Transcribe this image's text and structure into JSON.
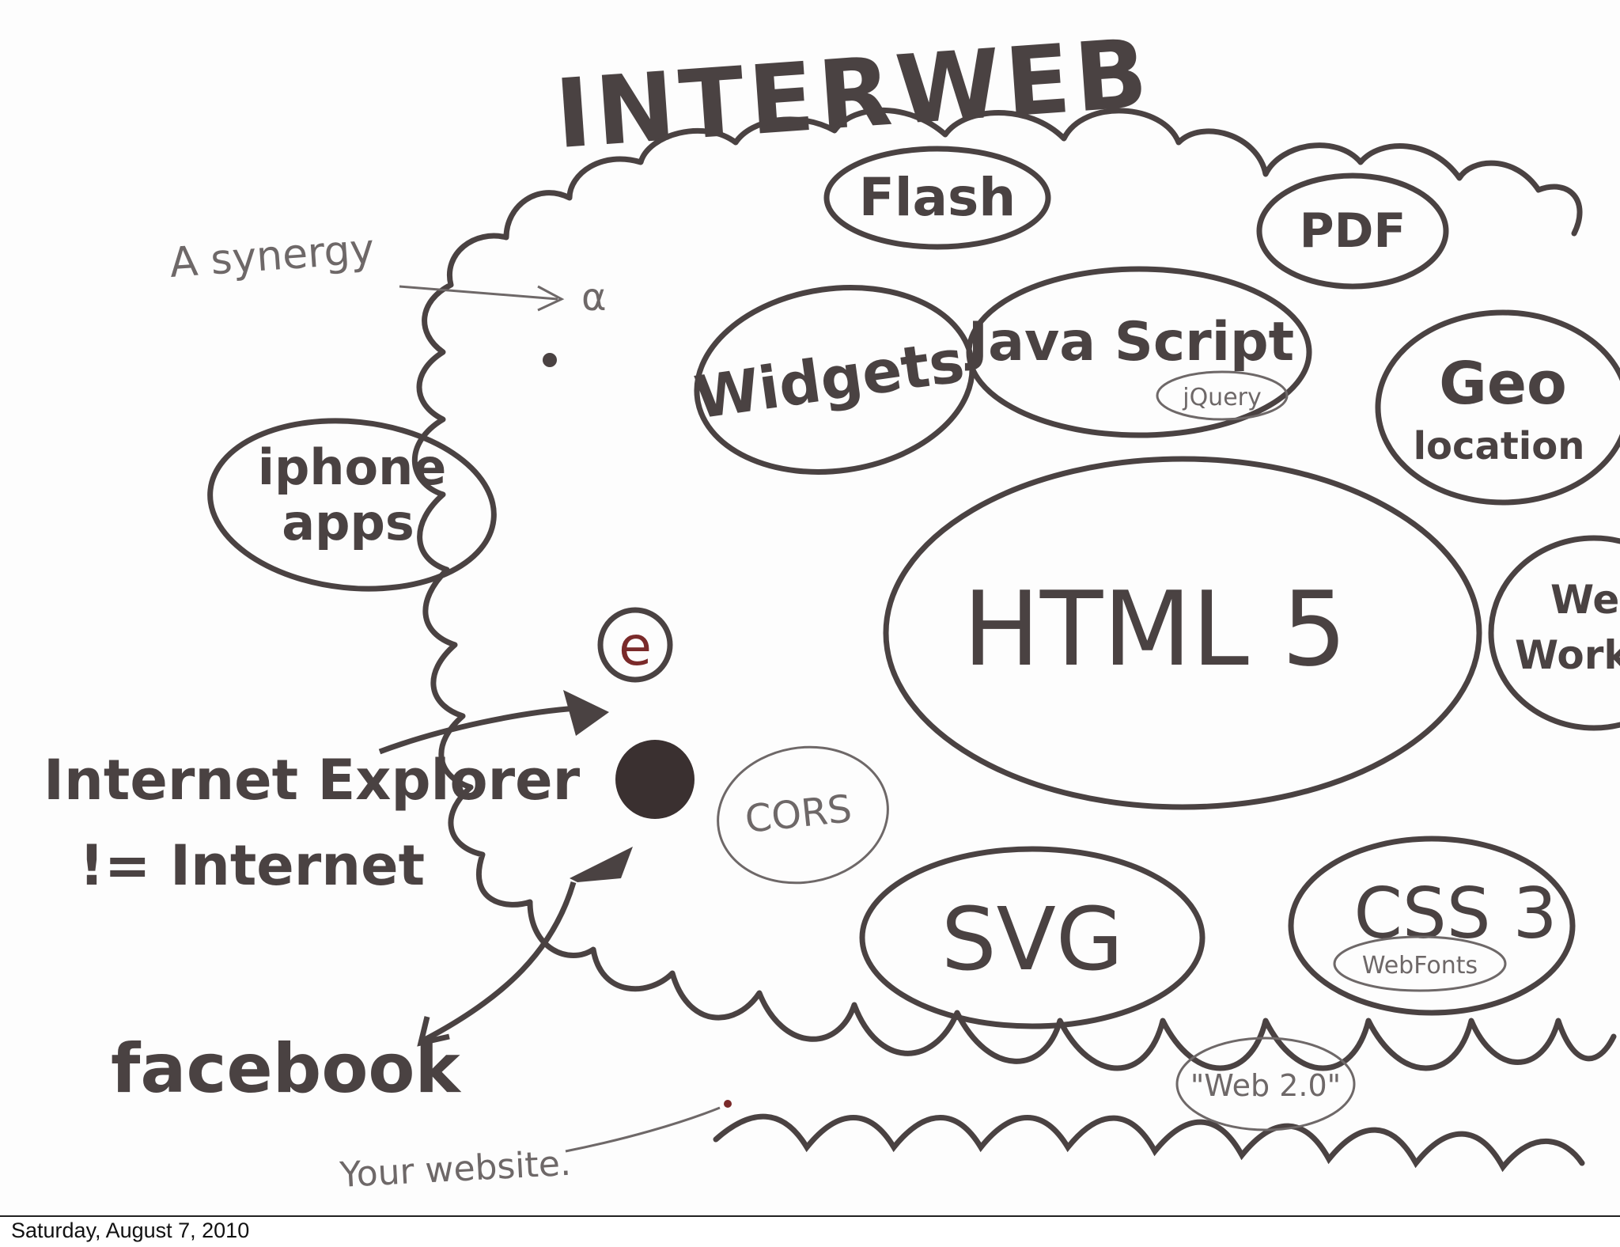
{
  "diagram": {
    "title": "INTERWEB",
    "colors": {
      "ink": "#4a4242",
      "thin": "#6e6868",
      "accent": "#7a2a2a"
    },
    "inside": {
      "flash": "Flash",
      "pdf": "PDF",
      "widgets": "Widgets",
      "javascript": "Java Script",
      "jquery": "jQuery",
      "geo_line1": "Geo",
      "geo_line2": "location",
      "html5": "HTML 5",
      "web_workers_line1": "Web",
      "web_workers_line2": "Workers",
      "svg": "SVG",
      "css3": "CSS 3",
      "webfonts": "WebFonts",
      "cors": "CORS",
      "web20": "\"Web 2.0\""
    },
    "outside": {
      "iphone_line1": "iphone",
      "iphone_line2": "apps",
      "synergy": "A synergy",
      "alpha_symbol": "α",
      "ie_symbol": "e",
      "ie_line1": "Internet Explorer",
      "ie_line2": "!= Internet",
      "facebook": "facebook",
      "your_website": "Your website."
    }
  },
  "footer": {
    "date": "Saturday, August 7, 2010"
  }
}
